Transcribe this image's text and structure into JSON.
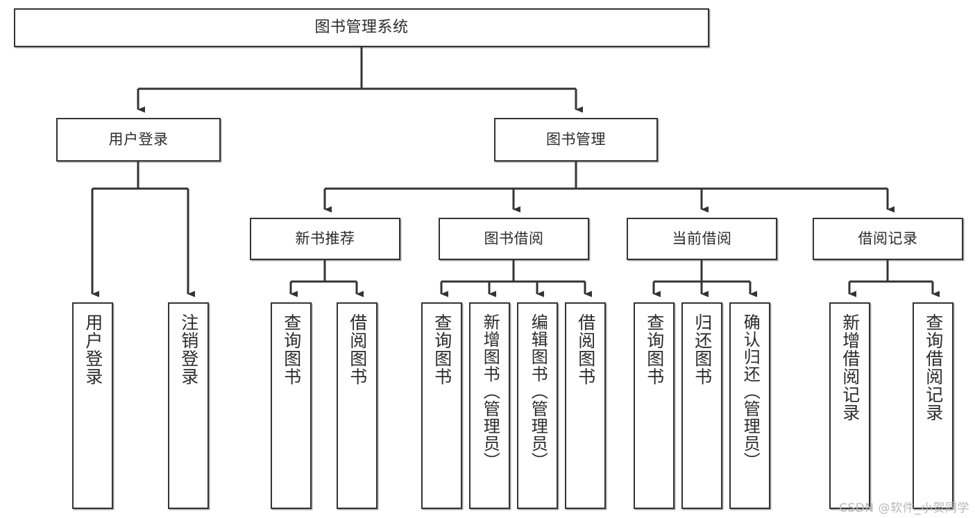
{
  "diagram": {
    "type": "tree-hierarchy-chart",
    "title": "图书管理系统",
    "orientation": "top-down",
    "colors": {
      "node_border": "#333333",
      "node_fill": "#ffffff",
      "edge": "#333333",
      "text": "#2b2b2b",
      "watermark": "#b8b8b8"
    }
  },
  "nodes": {
    "root": {
      "label": "图书管理系统"
    },
    "level2": [
      {
        "label": "用户登录"
      },
      {
        "label": "图书管理"
      }
    ],
    "level3": [
      {
        "label": "新书推荐"
      },
      {
        "label": "图书借阅"
      },
      {
        "label": "当前借阅"
      },
      {
        "label": "借阅记录"
      }
    ],
    "leaves": {
      "user_login": [
        {
          "label": "用户登录"
        },
        {
          "label": "注销登录"
        }
      ],
      "new_book_recommend": [
        {
          "label": "查询图书"
        },
        {
          "label": "借阅图书"
        }
      ],
      "book_borrow": [
        {
          "label": "查询图书"
        },
        {
          "label": "新增图书（管理员）"
        },
        {
          "label": "编辑图书（管理员）"
        },
        {
          "label": "借阅图书"
        }
      ],
      "current_borrow": [
        {
          "label": "查询图书"
        },
        {
          "label": "归还图书"
        },
        {
          "label": "确认归还（管理员）"
        }
      ],
      "borrow_record": [
        {
          "label": "新增借阅记录"
        },
        {
          "label": "查询借阅记录"
        }
      ]
    }
  },
  "watermark": {
    "text": "CSDN @软件_小贺同学"
  }
}
